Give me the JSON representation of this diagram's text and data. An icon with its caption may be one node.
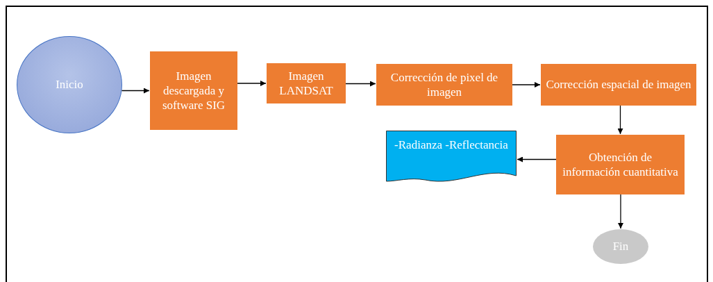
{
  "diagram": {
    "nodes": [
      {
        "text": [
          "Inicio"
        ]
      },
      {
        "text": [
          "Imagen descargada y software SIG"
        ]
      },
      {
        "text": [
          "Imagen LANDSAT"
        ]
      },
      {
        "text": [
          "Corrección de pixel de imagen"
        ]
      },
      {
        "text": [
          "Corrección espacial de imagen"
        ]
      },
      {
        "text": [
          "Obtención de información cuantitativa"
        ]
      },
      {
        "text": [
          "-Radianza -Reflectancia"
        ]
      },
      {
        "text": [
          "Fin"
        ]
      }
    ],
    "edges": [
      {
        "from": 0,
        "to": 1,
        "arrow": "to"
      },
      {
        "from": 1,
        "to": 2,
        "arrow": "to"
      },
      {
        "from": 2,
        "to": 3,
        "arrow": "to"
      },
      {
        "from": 3,
        "to": 4,
        "arrow": "to"
      },
      {
        "from": 4,
        "to": 5,
        "arrow": "to"
      },
      {
        "from": 5,
        "to": 6,
        "arrow": "to"
      },
      {
        "from": 5,
        "to": 7,
        "arrow": "to"
      }
    ]
  }
}
